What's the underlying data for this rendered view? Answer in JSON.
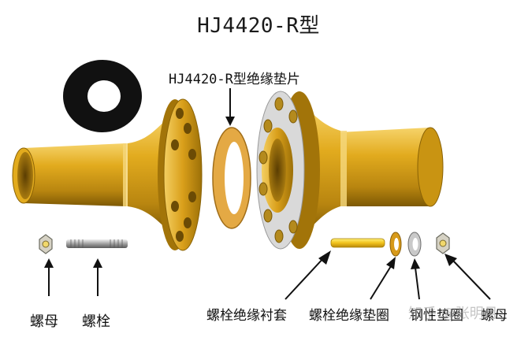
{
  "title": "HJ4420-R型",
  "callouts": {
    "gasket": "HJ4420-R型绝缘垫片",
    "nut_left": "螺母",
    "bolt": "螺栓",
    "sleeve": "螺栓绝缘衬套",
    "insulating_washer": "螺栓绝缘垫圈",
    "steel_washer": "钢性垫圈",
    "nut_right": "螺母"
  },
  "watermark": "知乎 @张明月",
  "colors": {
    "brass": "#d9a514",
    "brass_dark": "#8a6205",
    "brass_light": "#f7d873",
    "gasket": "#e9b24a",
    "rubber": "#111111",
    "steel": "#c9c9c9"
  }
}
